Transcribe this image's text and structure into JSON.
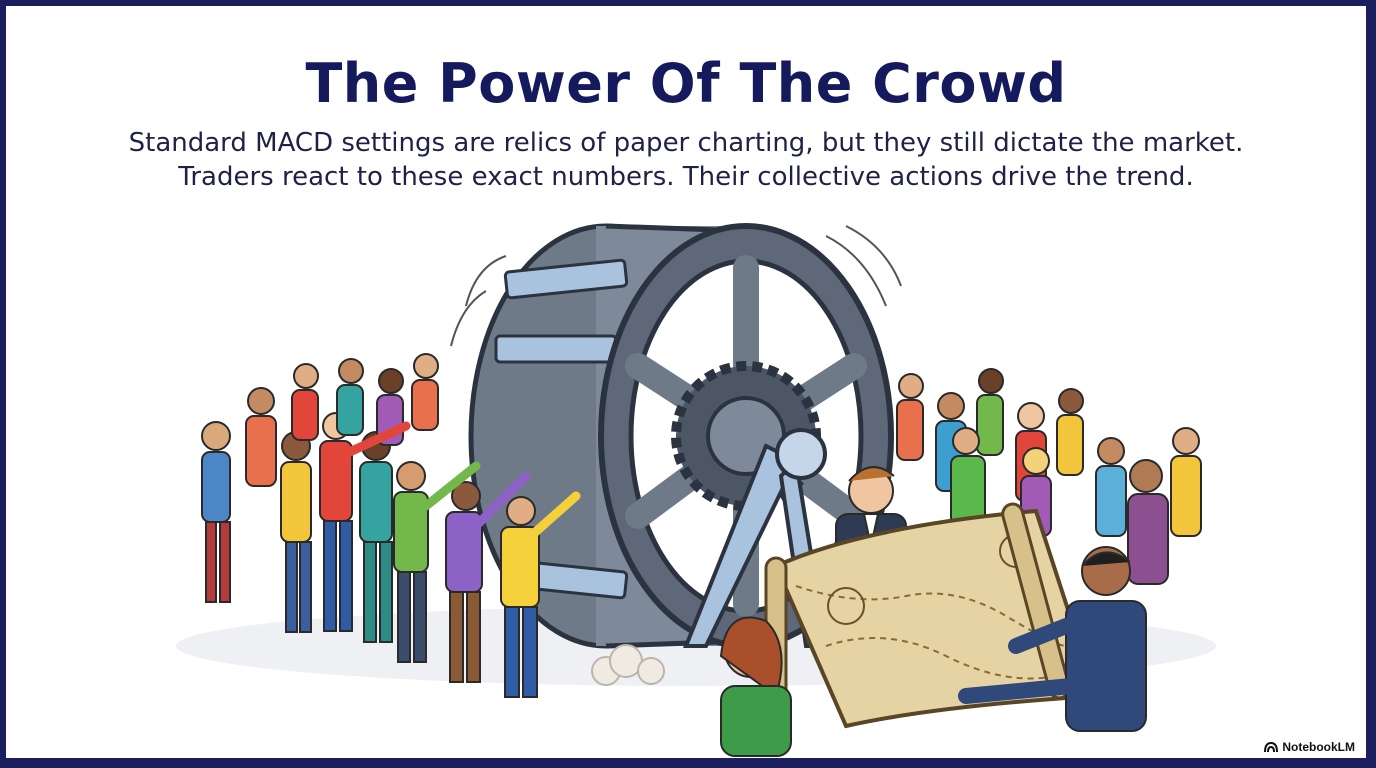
{
  "slide": {
    "title": "The Power Of The Crowd",
    "subtitle_line1": "Standard MACD settings are relics of paper charting, but they still dictate the market.",
    "subtitle_line2": "Traders react to these exact numbers. Their collective actions drive the trend."
  },
  "illustration": {
    "subject": "crowd-pushing-giant-gear-wheel",
    "icon": "gear-icon"
  },
  "branding": {
    "label": "NotebookLM",
    "icon": "notebooklm-logo-icon"
  },
  "colors": {
    "frame": "#1c1f5e",
    "title": "#141a5c",
    "text": "#1f2246",
    "metal": "#7c8898",
    "metal_light": "#a9c3df",
    "map": "#e6d3a3"
  }
}
